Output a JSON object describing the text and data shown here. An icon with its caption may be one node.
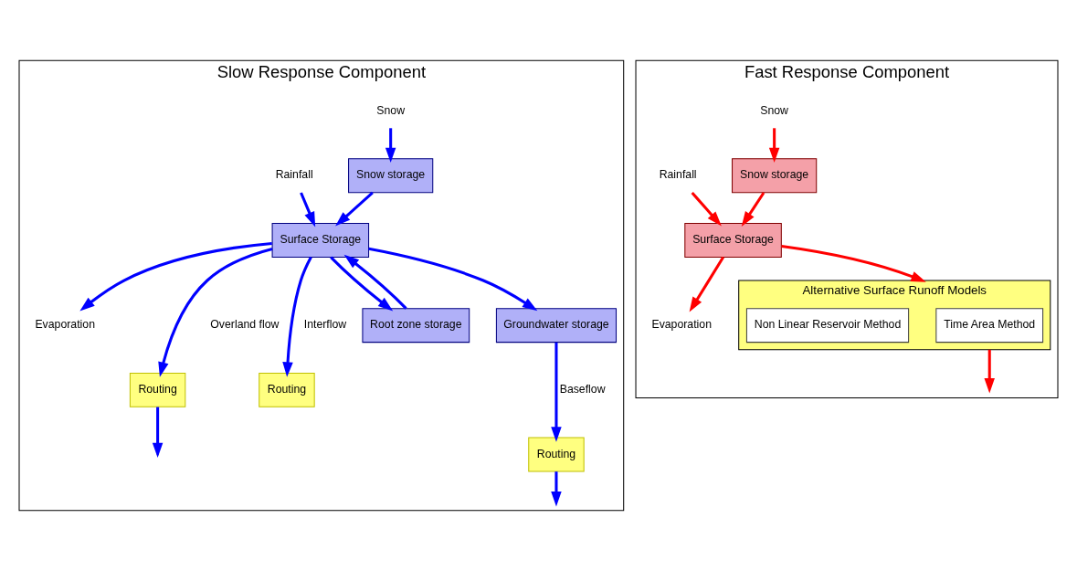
{
  "diagram": {
    "nodes": [
      {
        "text": [
          "Slow Response Component"
        ]
      },
      {
        "text": [
          "Snow"
        ],
        "in": 0
      },
      {
        "text": [
          "Snow storage"
        ],
        "in": 0
      },
      {
        "text": [
          "Rainfall"
        ],
        "in": 0
      },
      {
        "text": [
          "Evaporation"
        ],
        "in": 0
      },
      {
        "text": [
          "Surface Storage"
        ],
        "in": 0
      },
      {
        "text": [
          "Routing"
        ],
        "in": 0
      },
      {
        "text": [
          "Routing"
        ],
        "in": 0
      },
      {
        "text": [
          "Root zone storage"
        ],
        "in": 0
      },
      {
        "text": [
          "Groundwater storage"
        ],
        "in": 0
      },
      {
        "text": [
          "Routing"
        ],
        "in": 0
      },
      {
        "text": [
          "Fast Response Component"
        ]
      },
      {
        "text": [
          "Snow"
        ],
        "in": 11
      },
      {
        "text": [
          "Snow storage"
        ],
        "in": 11
      },
      {
        "text": [
          "Rainfall"
        ],
        "in": 11
      },
      {
        "text": [
          "Evaporation"
        ],
        "in": 11
      },
      {
        "text": [
          "Surface Storage"
        ],
        "in": 11
      },
      {
        "text": [
          "Alternative Surface Runoff Models"
        ],
        "in": 11
      },
      {
        "text": [
          "Time Area Method"
        ],
        "in": 17
      },
      {
        "text": [
          "Non Linear Reservoir Method"
        ],
        "in": 17
      }
    ],
    "edges": [
      {
        "from": 1,
        "to": 2,
        "arrow": "to"
      },
      {
        "from": 2,
        "to": 5,
        "arrow": "to"
      },
      {
        "from": 3,
        "to": 5,
        "arrow": "to"
      },
      {
        "from": 5,
        "to": 4,
        "arrow": "to"
      },
      {
        "from": 5,
        "to": 6,
        "arrow": "to",
        "label": "Overland flow"
      },
      {
        "from": 5,
        "to": 7,
        "arrow": "to",
        "label": "Interflow"
      },
      {
        "from": 5,
        "to": 8,
        "arrow": "to"
      },
      {
        "from": 8,
        "to": 5,
        "arrow": "to"
      },
      {
        "from": 5,
        "to": 9,
        "arrow": "to"
      },
      {
        "from": 9,
        "to": 10,
        "arrow": "to",
        "label": "Baseflow"
      },
      {
        "from": 6,
        "to": null,
        "arrow": "to"
      },
      {
        "from": 10,
        "to": null,
        "arrow": "to"
      },
      {
        "from": 12,
        "to": 13,
        "arrow": "to",
        "color": "#ff0000"
      },
      {
        "from": 13,
        "to": 16,
        "arrow": "to",
        "color": "#ff0000"
      },
      {
        "from": 14,
        "to": 16,
        "arrow": "to",
        "color": "#ff0000"
      },
      {
        "from": 16,
        "to": 15,
        "arrow": "to",
        "color": "#ff0000"
      },
      {
        "from": 16,
        "to": 17,
        "arrow": "to",
        "color": "#ff0000"
      },
      {
        "from": 17,
        "to": null,
        "arrow": "to",
        "color": "#ff0000"
      }
    ]
  }
}
